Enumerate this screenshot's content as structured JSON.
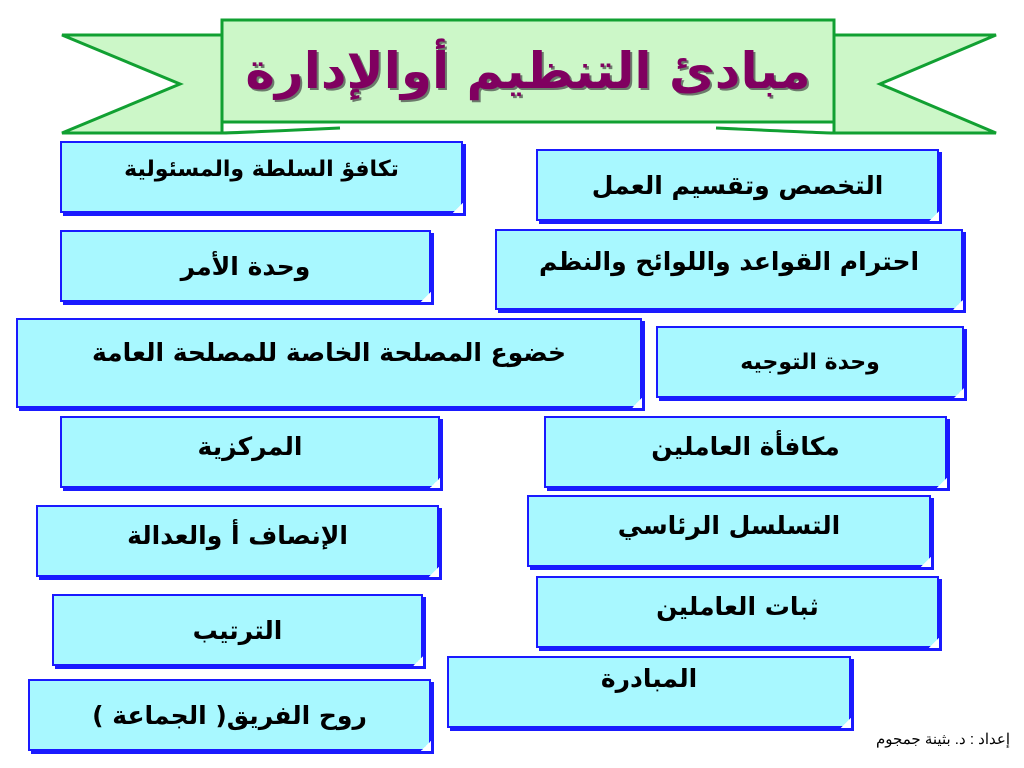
{
  "title": "مبادئ التنظيم أوالإدارة",
  "principles": {
    "p01": "تكافؤ السلطة والمسئولية",
    "p02": "التخصص وتقسيم العمل",
    "p03": "وحدة الأمر",
    "p04": "احترام القواعد واللوائح والنظم",
    "p05": "خضوع المصلحة الخاصة للمصلحة العامة",
    "p06": "وحدة التوجيه",
    "p07": "المركزية",
    "p08": "مكافأة العاملين",
    "p09": "الإنصاف أ والعدالة",
    "p10": "التسلسل الرئاسي",
    "p11": "ثبات العاملين",
    "p12": "الترتيب",
    "p13": "المبادرة",
    "p14": "روح الفريق( الجماعة )"
  },
  "credit": "إعداد : د. بثينة جمجوم",
  "colors": {
    "banner_fill": "#ccf7c8",
    "banner_stroke": "#11a032",
    "title_text": "#800060",
    "box_fill": "#a8f8ff",
    "box_border": "#1a1aff"
  }
}
